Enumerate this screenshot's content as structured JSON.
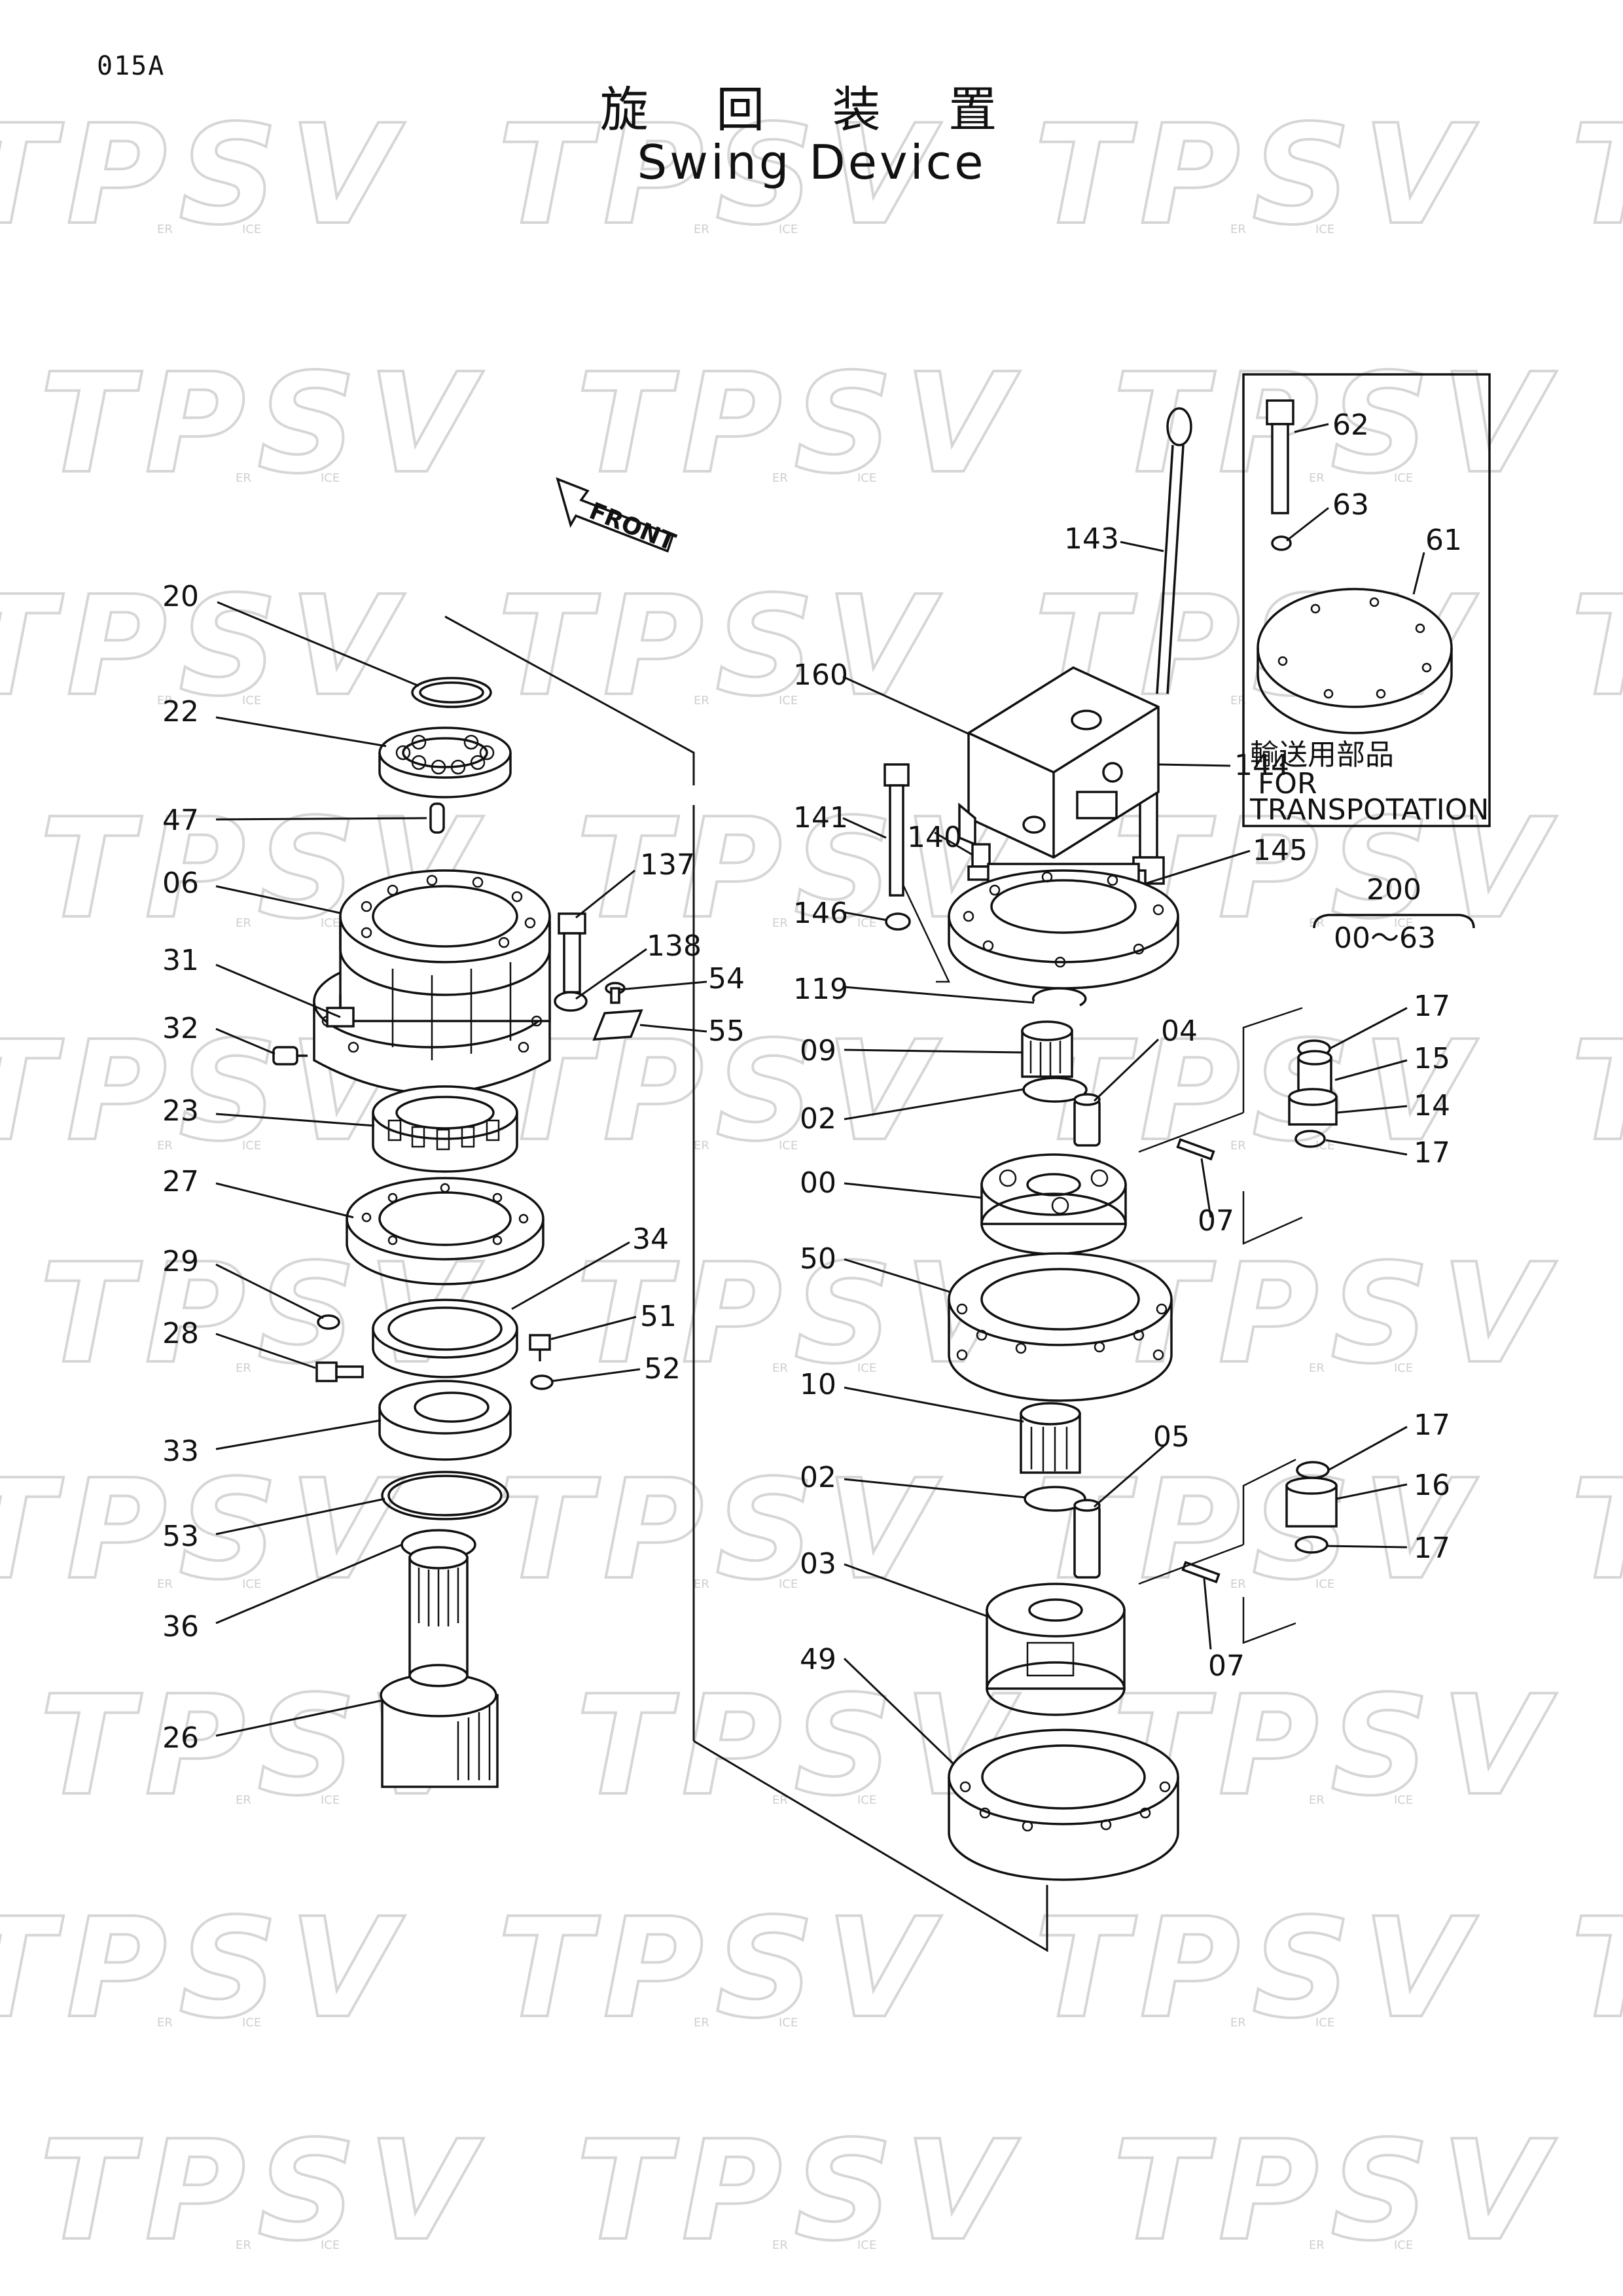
{
  "page_code": "015A",
  "title_jp": "旋 回 装 置",
  "title_en": "Swing Device",
  "front_label": "FRONT",
  "watermark": {
    "text": "TPSV",
    "sub_left": "ER",
    "sub_right": "ICE"
  },
  "transport_box": {
    "jp": "輸送用部品",
    "en_1": "FOR",
    "en_2": "TRANSPOTATION"
  },
  "assembly": {
    "number": "200",
    "range": "00～63"
  },
  "part_numbers": {
    "p20": "20",
    "p22": "22",
    "p47": "47",
    "p06": "06",
    "p31": "31",
    "p32": "32",
    "p137": "137",
    "p138": "138",
    "p54": "54",
    "p55": "55",
    "p23": "23",
    "p27": "27",
    "p29": "29",
    "p28": "28",
    "p34": "34",
    "p51": "51",
    "p52": "52",
    "p33": "33",
    "p53": "53",
    "p36": "36",
    "p26": "26",
    "p62": "62",
    "p63": "63",
    "p61": "61",
    "p143": "143",
    "p160": "160",
    "p144": "144",
    "p141": "141",
    "p140": "140",
    "p145": "145",
    "p146": "146",
    "p119": "119",
    "p09": "09",
    "p04": "04",
    "p02a": "02",
    "p00": "00",
    "p07a": "07",
    "p17a": "17",
    "p15": "15",
    "p14": "14",
    "p17b": "17",
    "p50": "50",
    "p10": "10",
    "p05": "05",
    "p02b": "02",
    "p03": "03",
    "p07b": "07",
    "p49": "49",
    "p17c": "17",
    "p16": "16",
    "p17d": "17"
  }
}
